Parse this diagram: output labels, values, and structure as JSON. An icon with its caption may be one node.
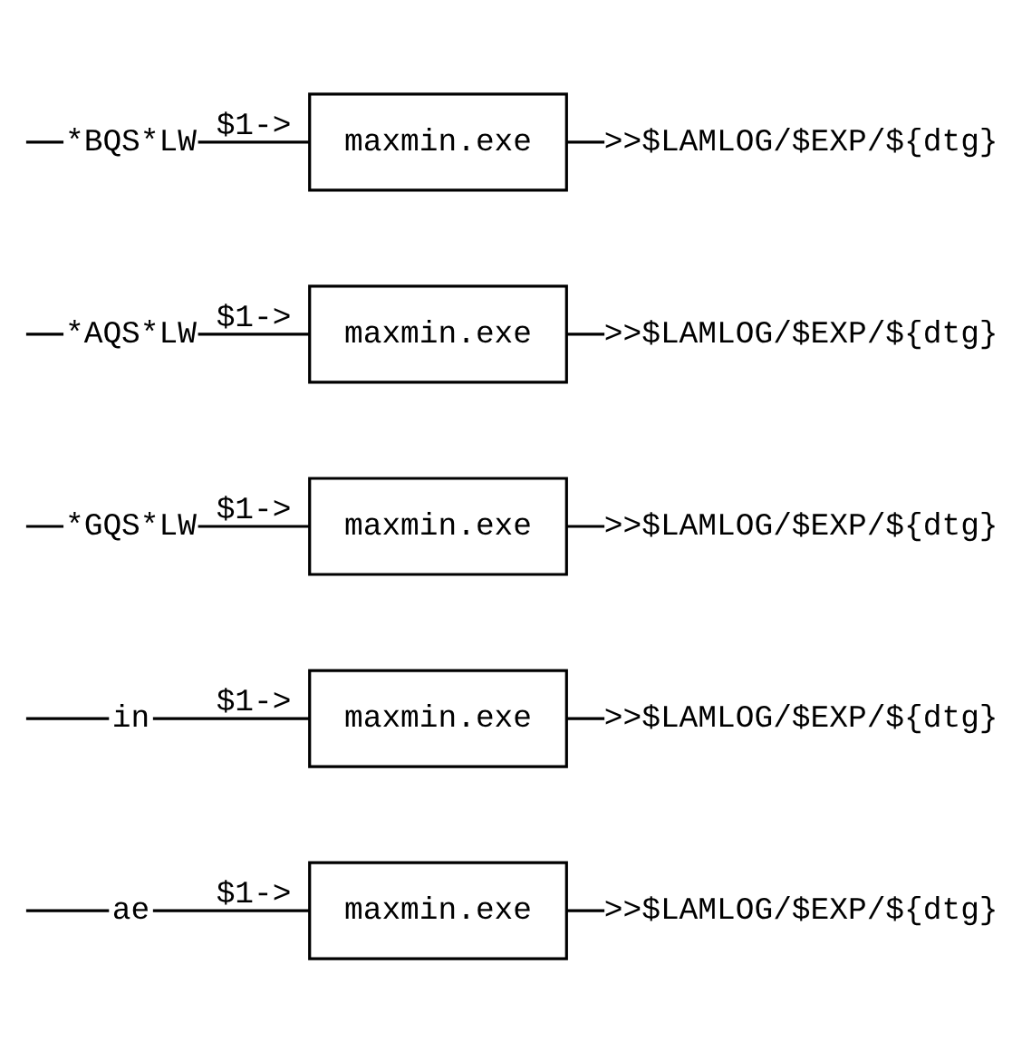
{
  "diagram": {
    "nodes": [
      {
        "text": [
          "*BQS*LW"
        ]
      },
      {
        "text": [
          "maxmin.exe"
        ]
      },
      {
        "text": [
          ">>$LAMLOG/$EXP/${dtg}"
        ]
      },
      {
        "text": [
          "*AQS*LW"
        ]
      },
      {
        "text": [
          "maxmin.exe"
        ]
      },
      {
        "text": [
          ">>$LAMLOG/$EXP/${dtg}"
        ]
      },
      {
        "text": [
          "*GQS*LW"
        ]
      },
      {
        "text": [
          "maxmin.exe"
        ]
      },
      {
        "text": [
          ">>$LAMLOG/$EXP/${dtg}"
        ]
      },
      {
        "text": [
          "in"
        ]
      },
      {
        "text": [
          "maxmin.exe"
        ]
      },
      {
        "text": [
          ">>$LAMLOG/$EXP/${dtg}"
        ]
      },
      {
        "text": [
          "ae"
        ]
      },
      {
        "text": [
          "maxmin.exe"
        ]
      },
      {
        "text": [
          ">>$LAMLOG/$EXP/${dtg}"
        ]
      }
    ],
    "edges": [
      {
        "from": null,
        "to": 0,
        "arrow": "none"
      },
      {
        "from": 0,
        "to": 1,
        "label": "$1->",
        "arrow": "none"
      },
      {
        "from": 1,
        "to": 2,
        "arrow": "none"
      },
      {
        "from": null,
        "to": 3,
        "arrow": "none"
      },
      {
        "from": 3,
        "to": 4,
        "label": "$1->",
        "arrow": "none"
      },
      {
        "from": 4,
        "to": 5,
        "arrow": "none"
      },
      {
        "from": null,
        "to": 6,
        "arrow": "none"
      },
      {
        "from": 6,
        "to": 7,
        "label": "$1->",
        "arrow": "none"
      },
      {
        "from": 7,
        "to": 8,
        "arrow": "none"
      },
      {
        "from": null,
        "to": 9,
        "arrow": "none"
      },
      {
        "from": 9,
        "to": 10,
        "label": "$1->",
        "arrow": "none"
      },
      {
        "from": 10,
        "to": 11,
        "arrow": "none"
      },
      {
        "from": null,
        "to": 12,
        "arrow": "none"
      },
      {
        "from": 12,
        "to": 13,
        "label": "$1->",
        "arrow": "none"
      },
      {
        "from": 13,
        "to": 14,
        "arrow": "none"
      }
    ]
  }
}
